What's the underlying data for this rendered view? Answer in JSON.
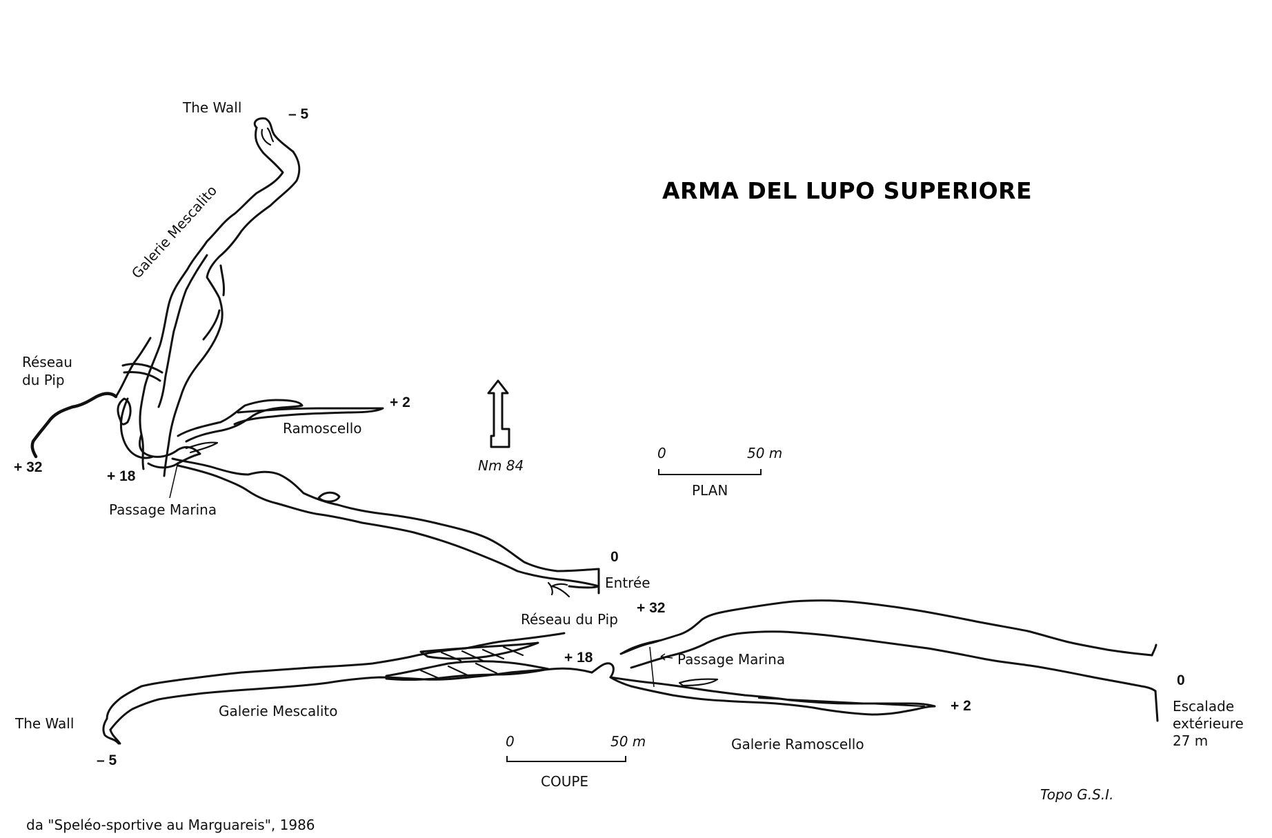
{
  "title": "ARMA DEL LUPO SUPERIORE",
  "plan": {
    "labels": {
      "the_wall": "The Wall",
      "minus5": "– 5",
      "galerie_mescalito": "Galerie Mescalito",
      "reseau_line1": "Réseau",
      "reseau_line2": "du Pip",
      "plus32": "+ 32",
      "plus18": "+ 18",
      "passage_marina": "Passage Marina",
      "plus2": "+ 2",
      "ramoscello": "Ramoscello",
      "zero": "0",
      "entree": "Entrée"
    },
    "north": {
      "label": "Nm 84"
    },
    "scale": {
      "start": "0",
      "end": "50 m",
      "caption": "PLAN"
    }
  },
  "coupe": {
    "labels": {
      "reseau_du_pip": "Réseau du Pip",
      "plus32": "+ 32",
      "plus18": "+ 18",
      "passage_marina": "Passage Marina",
      "zero": "0",
      "escalade_line1": "Escalade",
      "escalade_line2": "extérieure",
      "escalade_line3": "27 m",
      "plus2": "+ 2",
      "galerie_ramoscello": "Galerie Ramoscello",
      "galerie_mescalito": "Galerie Mescalito",
      "the_wall": "The Wall",
      "minus5": "– 5"
    },
    "scale": {
      "start": "0",
      "end": "50 m",
      "caption": "COUPE"
    }
  },
  "credits": {
    "topo": "Topo G.S.I.",
    "source": "da \"Speléo-sportive au Marguareis\", 1986"
  },
  "colors": {
    "ink": "#111111",
    "paper": "#ffffff"
  }
}
